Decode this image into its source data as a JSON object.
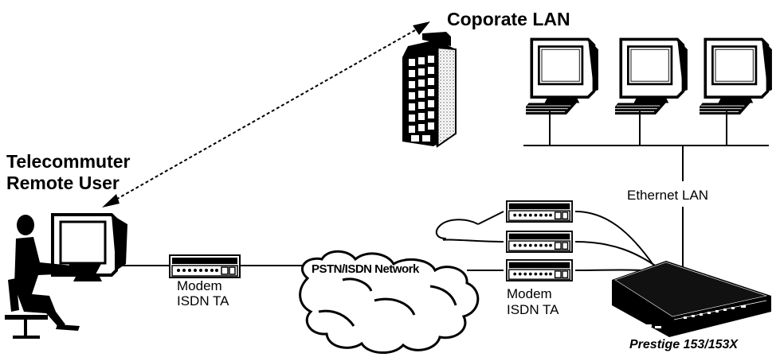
{
  "labels": {
    "corporate_lan": "Coporate LAN",
    "telecommuter_line1": "Telecommuter",
    "telecommuter_line2": "Remote User",
    "ethernet_lan": "Ethernet LAN",
    "pstn_network": "PSTN/ISDN Network",
    "modem_left_line1": "Modem",
    "modem_left_line2": "ISDN TA",
    "modem_right_line1": "Modem",
    "modem_right_line2": "ISDN TA",
    "prestige": "Prestige 153/153X"
  },
  "icons": {
    "building": "office-building-icon",
    "lan_computers": [
      "desktop-computer-icon",
      "desktop-computer-icon",
      "desktop-computer-icon"
    ],
    "remote_user": "user-at-computer-icon",
    "modem": "modem-icon",
    "router": "router-icon",
    "cloud": "cloud-icon"
  },
  "colors": {
    "ink": "#000000",
    "background": "#ffffff"
  }
}
